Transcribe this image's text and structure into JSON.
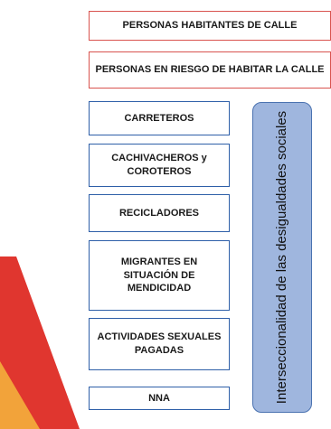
{
  "top_boxes": [
    "PERSONAS HABITANTES DE CALLE",
    "PERSONAS EN RIESGO DE HABITAR LA CALLE"
  ],
  "groups": [
    "CARRETEROS",
    "CACHIVACHEROS y COROTEROS",
    "RECICLADORES",
    "MIGRANTES EN SITUACIÓN DE MENDICIDAD",
    "ACTIVIDADES SEXUALES PAGADAS",
    "NNA"
  ],
  "vertical_label": "Interseccionalidad de las desigualdades sociales",
  "colors": {
    "red_border": "#d9534f",
    "blue_border": "#2e5fa8",
    "pill_fill": "#9fb6de",
    "deco_red": "#e0362f",
    "deco_orange": "#f2a33a"
  }
}
